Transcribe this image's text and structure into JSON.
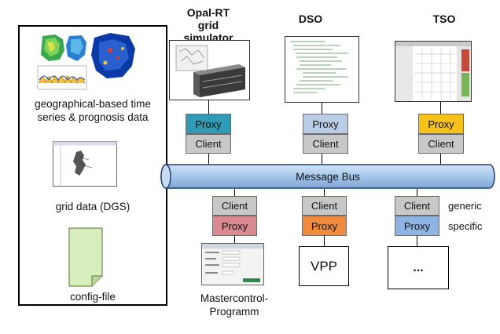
{
  "left_panel": {
    "geo_caption_line1": "geographical-based time",
    "geo_caption_line2": "series & prognosis data",
    "grid_caption": "grid data (DGS)",
    "config_caption": "config-file"
  },
  "top_nodes": {
    "opal_title_line1": "Opal-RT",
    "opal_title_line2": "grid simulator",
    "dso_title": "DSO",
    "tso_title": "TSO"
  },
  "labels": {
    "proxy": "Proxy",
    "client": "Client",
    "message_bus": "Message Bus",
    "vpp": "VPP",
    "ellipsis": "...",
    "generic": "generic",
    "specific": "specific",
    "master_line1": "Mastercontrol-",
    "master_line2": "Programm"
  },
  "colors": {
    "proxy_opal": "#2f9bb5",
    "proxy_dso": "#b9cde6",
    "proxy_tso": "#f6c21a",
    "proxy_master": "#d9898f",
    "proxy_vpp": "#f08a3c",
    "proxy_generic": "#8eb4e3",
    "client": "#c8c8c8",
    "bus_fill": "#a9c9ec"
  }
}
